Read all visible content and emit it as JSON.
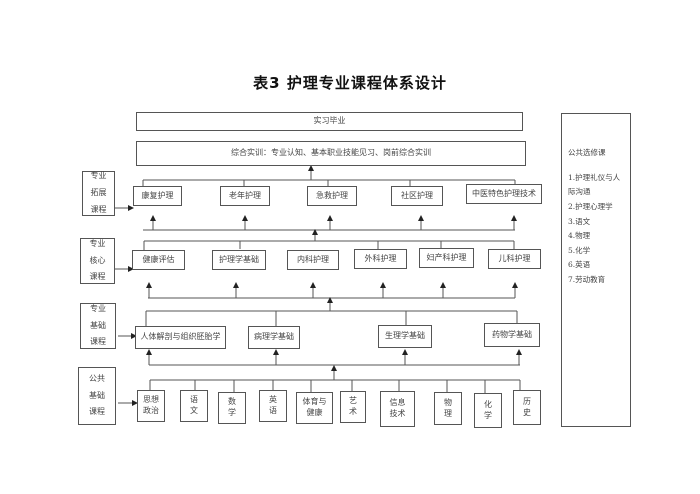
{
  "title": "表3 护理专业课程体系设计",
  "top_boxes": {
    "internship": "实习毕业",
    "comprehensive": "综合实训：专业认知、基本职业技能见习、岗前综合实训"
  },
  "categories": [
    {
      "lines": [
        "专业",
        "拓展",
        "课程"
      ]
    },
    {
      "lines": [
        "专业",
        "核心",
        "课程"
      ]
    },
    {
      "lines": [
        "专业",
        "基础",
        "课程"
      ]
    },
    {
      "lines": [
        "公共",
        "基础",
        "课程"
      ]
    }
  ],
  "rows": {
    "extension": [
      "康复护理",
      "老年护理",
      "急救护理",
      "社区护理",
      "中医特色护理技术"
    ],
    "core": [
      "健康评估",
      "护理学基础",
      "内科护理",
      "外科护理",
      "妇产科护理",
      "儿科护理"
    ],
    "foundation": [
      "人体解剖与组织胚胎学",
      "病理学基础",
      "生理学基础",
      "药物学基础"
    ],
    "public": [
      {
        "lines": [
          "思想",
          "政治"
        ]
      },
      {
        "lines": [
          "语",
          "文"
        ]
      },
      {
        "lines": [
          "数",
          "学"
        ]
      },
      {
        "lines": [
          "英",
          "语"
        ]
      },
      {
        "lines": [
          "体育与",
          "健康"
        ]
      },
      {
        "lines": [
          "艺",
          "术"
        ]
      },
      {
        "lines": [
          "信息",
          "技术"
        ]
      },
      {
        "lines": [
          "物",
          "理"
        ]
      },
      {
        "lines": [
          "化",
          "学"
        ]
      },
      {
        "lines": [
          "历",
          "史"
        ]
      }
    ]
  },
  "electives": {
    "title": "公共选修课",
    "items": [
      "1.护理礼仪与人际沟通",
      "2.护理心理学",
      "3.语文",
      "4.物理",
      "5.化学",
      "6.英语",
      "7.劳动教育"
    ]
  }
}
